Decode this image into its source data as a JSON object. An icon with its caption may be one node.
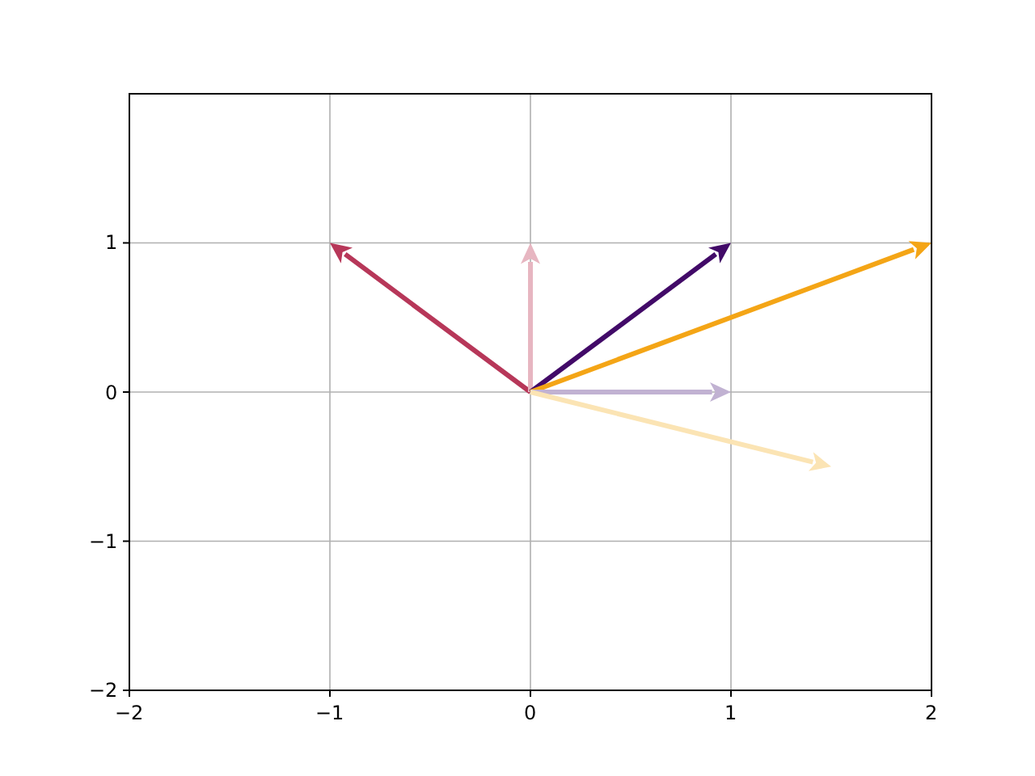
{
  "diagram": {
    "labels": [
      "1",
      "0",
      "−1",
      "−2",
      "−2",
      "−1",
      "0",
      "1",
      "2"
    ]
  }
}
